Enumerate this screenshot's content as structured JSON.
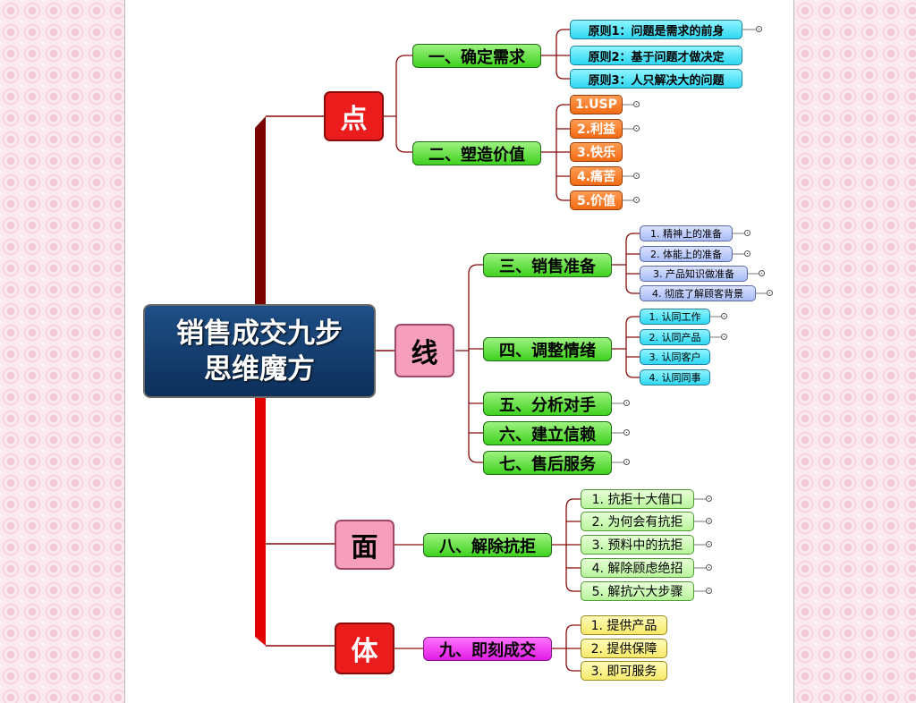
{
  "center": {
    "line1": "销售成交九步",
    "line2": "思维魔方"
  },
  "hubs": {
    "dian": "点",
    "xian": "线",
    "mian": "面",
    "ti": "体"
  },
  "topics": {
    "t1": "一、确定需求",
    "t2": "二、塑造价值",
    "t3": "三、销售准备",
    "t4": "四、调整情绪",
    "t5": "五、分析对手",
    "t6": "六、建立信赖",
    "t7": "七、售后服务",
    "t8": "八、解除抗拒",
    "t9": "九、即刻成交"
  },
  "leaves": {
    "t1": [
      "原则1：问题是需求的前身",
      "原则2：基于问题才做决定",
      "原则3：人只解决大的问题"
    ],
    "t2": [
      "1.USP",
      "2.利益",
      "3.快乐",
      "4.痛苦",
      "5.价值"
    ],
    "t3": [
      "1. 精神上的准备",
      "2. 体能上的准备",
      "3. 产品知识做准备",
      "4. 彻底了解顾客背景"
    ],
    "t4": [
      "1. 认同工作",
      "2. 认同产品",
      "3. 认同客户",
      "4. 认同同事"
    ],
    "t8": [
      "1. 抗拒十大借口",
      "2. 为何会有抗拒",
      "3. 预料中的抗拒",
      "4. 解除顾虑绝招",
      "5. 解抗六大步骤"
    ],
    "t9": [
      "1. 提供产品",
      "2. 提供保障",
      "3. 即可服务"
    ]
  },
  "colors": {
    "trunk": "#e20000",
    "trunk_dark": "#7a0000",
    "center_bg": "#12386a",
    "hub_red": "#ea1c1c",
    "hub_pink": "#f59fbd",
    "topic_green": "#3fd21f",
    "topic_magenta": "#e11ce4",
    "leaf_cyan": "#2ed8f2",
    "leaf_orange": "#f26b14",
    "leaf_lavender": "#a9bcf5",
    "leaf_pale_green": "#b8f59b",
    "leaf_yellow": "#f7ea6a",
    "branch_line": "#8a0a0a"
  }
}
